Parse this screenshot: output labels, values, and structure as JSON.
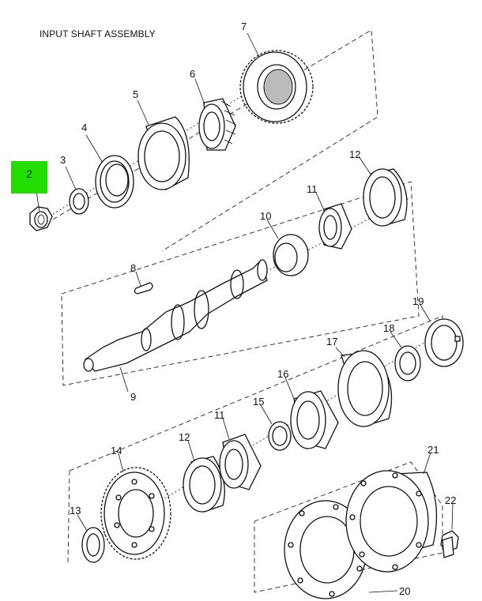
{
  "title": "INPUT SHAFT ASSEMBLY",
  "highlight": {
    "label": "2",
    "color": "#22dd00"
  },
  "callouts": {
    "c2": "2",
    "c3": "3",
    "c4": "4",
    "c5": "5",
    "c6": "6",
    "c7": "7",
    "c8": "8",
    "c9": "9",
    "c10": "10",
    "c11a": "11",
    "c11b": "11",
    "c12a": "12",
    "c12b": "12",
    "c13": "13",
    "c14": "14",
    "c15": "15",
    "c16": "16",
    "c17": "17",
    "c18": "18",
    "c19": "19",
    "c20": "20",
    "c21": "21",
    "c22": "22"
  }
}
